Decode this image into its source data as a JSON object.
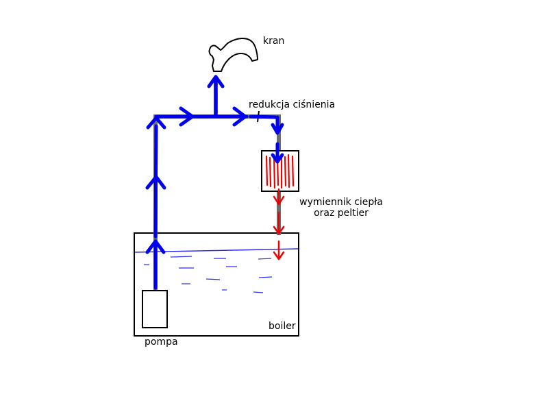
{
  "labels": {
    "faucet": "kran",
    "pressure_reducer": "redukcja ciśnienia",
    "heat_exchanger_line1": "wymiennik ciepła",
    "heat_exchanger_line2": "oraz peltier",
    "boiler": "boiler",
    "pump": "pompa"
  },
  "colors": {
    "pipe": "#6e6e6e",
    "cold_flow": "#0000ee",
    "hot_flow": "#ee0000",
    "water_surface": "#2a2aee",
    "outline": "#000000"
  }
}
